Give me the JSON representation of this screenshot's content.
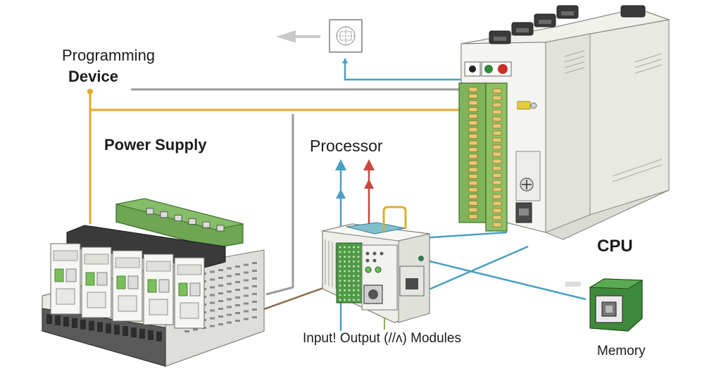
{
  "labels": {
    "programming_line1": "Programming",
    "programming_line2": "Device",
    "power_supply": "Power Supply",
    "processor": "Processor",
    "io_modules": "Input! Output (//ʌ) Modules",
    "cpu": "CPU",
    "memory": "Memory"
  },
  "colors": {
    "yellow_line": "#e2a92a",
    "gray_line": "#9a9a9a",
    "blue_line": "#4aa0c0",
    "red_arrow": "#c8483e",
    "green_arrow": "#8cb04a",
    "brown_line": "#8a6a4a",
    "module_green": "#5f9d4e",
    "memory_green": "#3f8a3a"
  },
  "icons": [
    "arrow-left-icon",
    "chip-diagram-icon",
    "arrow-up-icon"
  ]
}
